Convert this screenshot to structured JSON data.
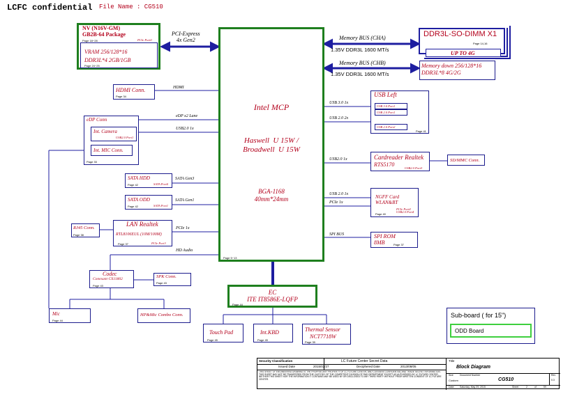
{
  "header": {
    "title": "LCFC confidential",
    "file_name_label": "File Name : CG510"
  },
  "cpu": {
    "name": "Intel   MCP",
    "family": "Haswell  U 15W /\nBroadwell  U 15W",
    "package": "BGA-1168",
    "size": "40mm*24mm",
    "page": "Page 5~13"
  },
  "gpu": {
    "title": "NV (N16V-GM)",
    "package": "GB2B-64 Package",
    "pages_top": "Page 18~28",
    "port": "PCIe Port0",
    "vram": "VRAM 256/128*16",
    "ddr": "DDR3L*4  2GB/1GB",
    "pages_bottom": "Page 24~25",
    "link_label": "PCI-Express\n4x Gen2"
  },
  "memory": {
    "bus_a": "Memory BUS (CHA)",
    "bus_a_spec": "1.35V DDR3L 1600 MT/s",
    "bus_b": "Memory BUS (CHB)",
    "bus_b_spec": "1.35V DDR3L 1600 MT/s",
    "dimm": "DDR3L-SO-DIMM X1",
    "dimm_pages": "Page 14,16",
    "up_to": "UP TO 4G",
    "memdown_1": "Memory down 256/128*16",
    "memdown_2": "DDR3L*8 4G/2G"
  },
  "hdmi": {
    "label": "HDMI Conn.",
    "page": "Page 34",
    "signal": "HDMI"
  },
  "edp": {
    "label": "eDP Conn",
    "page": "Page 33",
    "camera": "Int. Camera",
    "camera_port": "USB2.0 Port1",
    "mic": "Int. MIC Conn.",
    "signal_edp": "eDP x2 Lane",
    "signal_usb": "USB2.0 1x"
  },
  "sata_hdd": {
    "label": "SATA HDD",
    "page": "Page 42",
    "port": "SATA Port0",
    "signal": "SATA Gen3"
  },
  "sata_odd": {
    "label": "SATA ODD",
    "page": "Page 42",
    "port": "SATA Port1",
    "signal": "SATA Gen1"
  },
  "lan": {
    "label": "LAN Realtek",
    "chip": "RTL8106EUL (10M/100M)",
    "page": "Page 37",
    "port": "PCIe Port3",
    "signal": "PCIe 1x",
    "rj45": "RJ45 Conn.",
    "rj45_page": "Page 38"
  },
  "audio": {
    "signal": "HD Audio",
    "codec": "Codec",
    "codec_chip": "Conexant CX11802",
    "codec_page": "Page 43",
    "spk": "SPK Conn.",
    "spk_page": "Page 43",
    "mic": "Mic",
    "mic_page": "Page 44",
    "combo": "HP&Mic Combo Conn."
  },
  "usb_left": {
    "label": "USB Left",
    "port0": "USB 3.0 Port1",
    "port1": "USB 2.0 Port1",
    "port2": "USB 2.0 Port2",
    "page": "Page 41",
    "signal_30": "USB 3.0 1x",
    "signal_20": "USB 2.0 2x"
  },
  "cardreader": {
    "label": "Cardreader  Realtek",
    "chip": "RTS5170",
    "port": "USB2.0 Port3",
    "signal": "USB2.0 1x",
    "sdmmc": "SD/MMC Conn."
  },
  "ngff": {
    "label": "NGFF Card",
    "sub": "WLAN&BT",
    "port1": "PCIe Port4",
    "port2": "USB2.0 Port4",
    "page": "Page 40",
    "signal_usb": "USB 2.0 1x",
    "signal_pcie": "PCIe 1x"
  },
  "spi": {
    "label": "SPI ROM",
    "size": "8MB",
    "page": "Page 37",
    "signal": "SPI BUS"
  },
  "ec": {
    "label": "EC",
    "chip": "ITE IT8586E-LQFP",
    "page": "Page 44"
  },
  "touchpad": {
    "label": "Touch Pad",
    "page": "Page 45"
  },
  "kbd": {
    "label": "Int.KBD",
    "page": "Page 45"
  },
  "thermal": {
    "label": "Thermal Sensor",
    "chip": "NCT7718W",
    "page": "Page 39"
  },
  "subboard": {
    "label": "Sub-board ( for 15\")",
    "odd": "ODD Board"
  },
  "titleblock": {
    "security": "Security Classification",
    "secret": "LC Future Center Secret Data",
    "title_lbl": "Title",
    "issued": "Issued Date",
    "issued_val": "2015/02/27",
    "decipher": "Deciphered Date",
    "decipher_val": "2013/08/05",
    "notice": "THIS SHEET OF ENGINEERING DRAWING IS THE PROPRIETARY PROPERTY OF LC FUTURE CENTER, AND CONTAINS CONFIDENTIAL AND TRADE SECRET INFORMATION. THIS SHEET MAY NOT BE TRANSFERED FROM THE CUSTODY OF THE COMPETENT DIVISION OF R&D DEPARTMENT EXCEPT AS AUTHORIZED BY LC FUTURE CENTER. NEITHER THIS SHEET NOR THE INFORMATION IT CONTAINS MAY BE USED BY OR DISCLOSED TO ANY THIRD PARTY WITHOUT PRIOR WRITTEN CONSENT OF LC FUTURE CENTER.",
    "diagram": "Block Diagram",
    "size": "Size",
    "docnum": "Document Number",
    "rev": "Rev",
    "rev_val": "0.3",
    "custom": "Custom",
    "model": "CG510",
    "date": "Date:",
    "date_val": "Saturday, May 09, 2015",
    "sheet": "Sheet",
    "sheet_val": "2",
    "of": "of",
    "of_val": "59"
  }
}
